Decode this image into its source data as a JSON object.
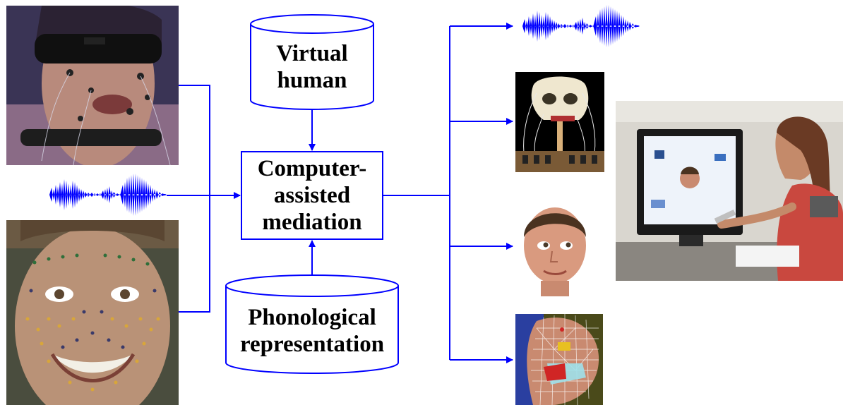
{
  "nodes": {
    "virtual_human": "Virtual\nhuman",
    "mediation": "Computer-\nassisted\nmediation",
    "phonological": "Phonological\nrepresentation"
  },
  "colors": {
    "arrow": "#0000ff",
    "outline": "#0000ff",
    "waveform": "#0000ff",
    "text": "#000000"
  },
  "icons": {
    "inputs": [
      "motion-capture-face-photo",
      "audio-waveform-icon",
      "face-markers-photo"
    ],
    "outputs": [
      "audio-waveform-icon",
      "robotic-skull-photo",
      "virtual-head-photo",
      "face-mesh-photo"
    ],
    "scene": "user-at-computer-photo"
  }
}
